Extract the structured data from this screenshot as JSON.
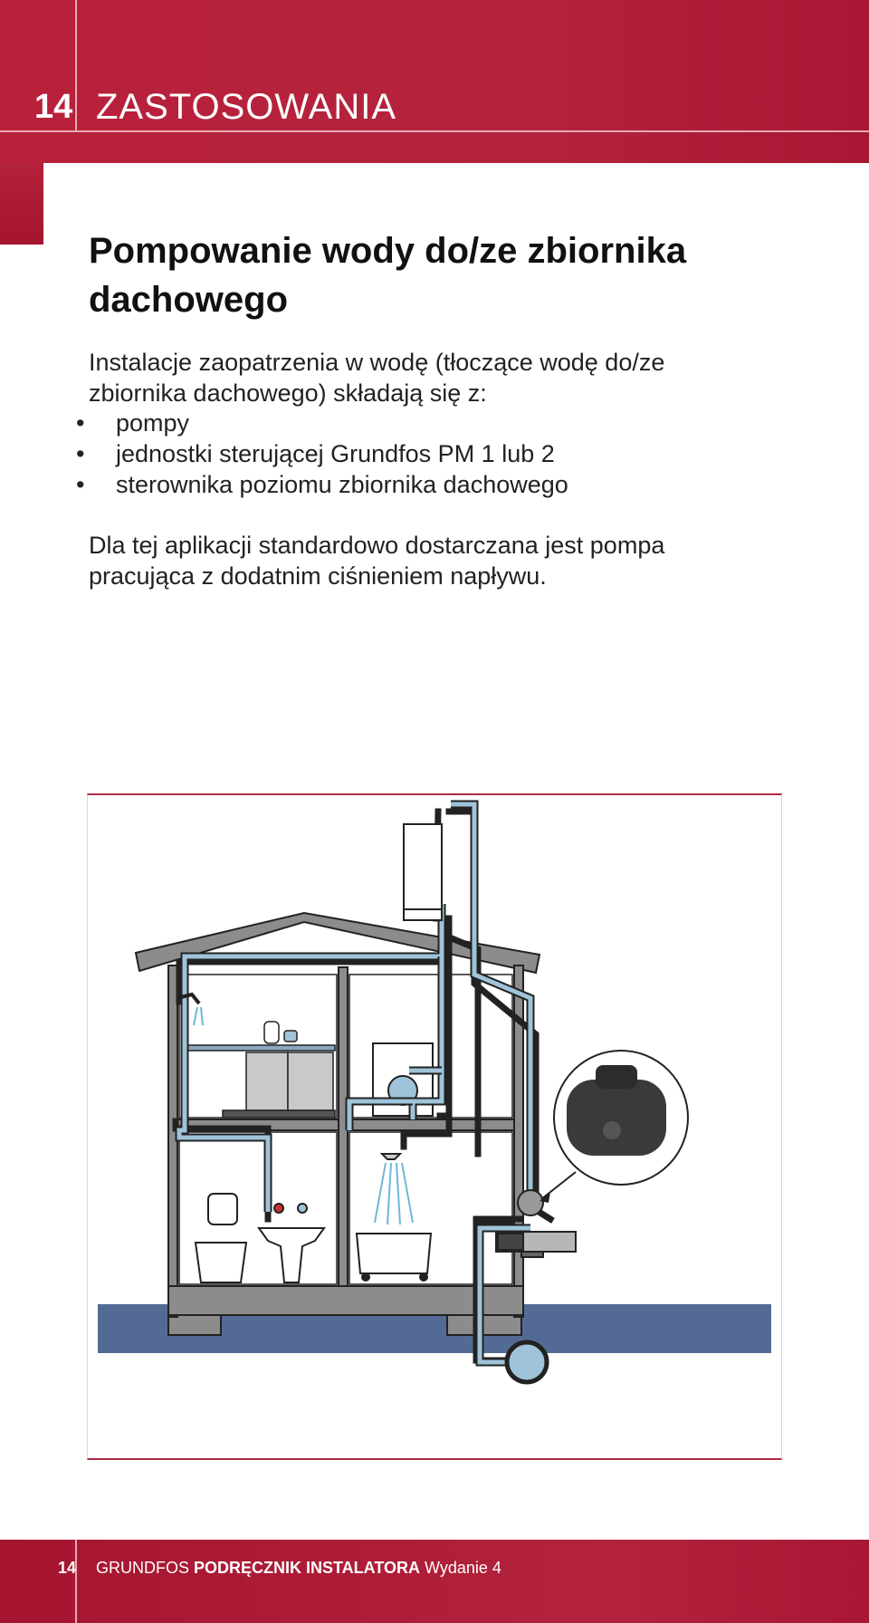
{
  "header": {
    "page_number": "14",
    "section_title": "ZASTOSOWANIA"
  },
  "article": {
    "heading_line1": "Pompowanie wody do/ze zbiornika",
    "heading_line2": "dachowego",
    "intro_line1": "Instalacje zaopatrzenia w wodę (tłoczące wodę do/ze",
    "intro_line2": "zbiornika dachowego) składają się z:",
    "bullets": [
      "pompy",
      "jednostki sterującej Grundfos PM 1 lub 2",
      "sterownika poziomu zbiornika dachowego"
    ],
    "para2_line1": "Dla tej aplikacji standardowo dostarczana jest pompa",
    "para2_line2": "pracująca z dodatnim ciśnieniem napływu."
  },
  "footer": {
    "page_number": "14",
    "brand": "GRUNDFOS",
    "book_title": "PODRĘCZNIK INSTALATORA",
    "edition": "Wydanie 4"
  },
  "colors": {
    "brand_red": "#b3233d",
    "pipe_blue": "#9fc4da",
    "ground_blue": "#536b94",
    "wall_gray": "#8c8c8c"
  }
}
